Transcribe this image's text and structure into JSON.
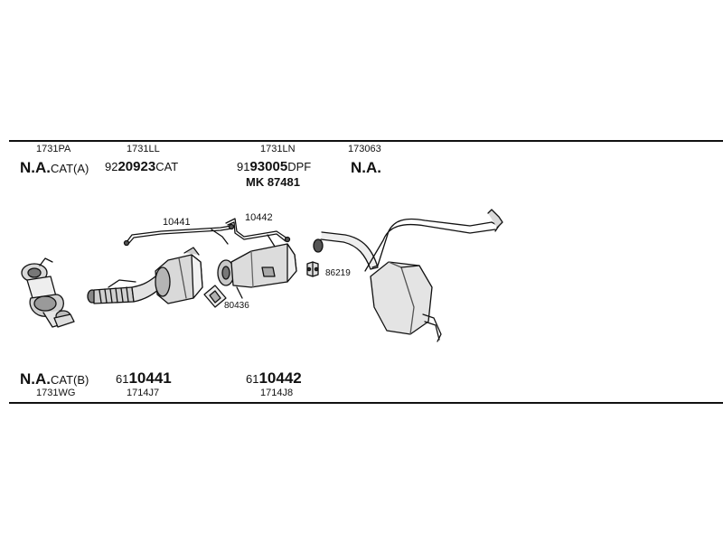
{
  "top_labels": {
    "p1_code": "1731PA",
    "p1_na": "N.A.",
    "p1_suffix": "CAT(A)",
    "p2_code": "1731LL",
    "p2_prefix": "92",
    "p2_num": "20923",
    "p2_suffix": "CAT",
    "p3_code": "1731LN",
    "p3_prefix": "91",
    "p3_num": "93005",
    "p3_suffix": "DPF",
    "p3_mk": "MK 87481",
    "p4_code": "173063",
    "p4_na": "N.A."
  },
  "callouts": {
    "c10441": "10441",
    "c10442": "10442",
    "c80436": "80436",
    "c86219": "86219"
  },
  "bottom_labels": {
    "b1_na": "N.A.",
    "b1_suffix": "CAT(B)",
    "b1_code": "1731WG",
    "b2_prefix": "61",
    "b2_num": "10441",
    "b2_code": "1714J7",
    "b3_prefix": "61",
    "b3_num": "10442",
    "b3_code": "1714J8"
  }
}
